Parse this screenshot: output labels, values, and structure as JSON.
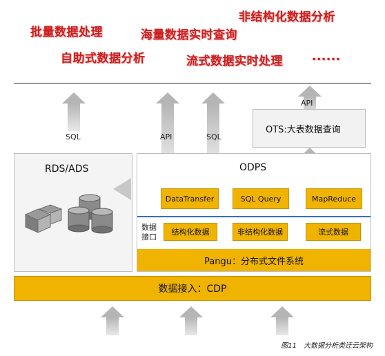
{
  "use_cases": {
    "batch": "批量数据处理",
    "massive_query": "海量数据实时查询",
    "unstructured": "非结构化数据分析",
    "self_service": "自助式数据分析",
    "stream": "流式数据实时处理",
    "more": "......"
  },
  "arrow_labels": {
    "sql_left": "SQL",
    "api_mid": "API",
    "sql_mid": "SQL",
    "api_right": "API"
  },
  "ots": {
    "title": "OTS:大表数据查询"
  },
  "rds": {
    "title": "RDS/ADS"
  },
  "odps": {
    "title": "ODPS",
    "modules": [
      "DataTransfer",
      "SQL Query",
      "MapReduce"
    ],
    "interface_label_line1": "数据",
    "interface_label_line2": "接口",
    "interfaces": [
      "结构化数据",
      "非结构化数据",
      "流式数据"
    ]
  },
  "pangu": {
    "label": "Pangu：分布式文件系统"
  },
  "cdp": {
    "label": "数据接入：CDP"
  },
  "caption": "图11　大数据分析类迁云架构",
  "colors": {
    "accent_yellow": "#f0b400",
    "label_red": "#cc1f1f",
    "arrow_gray": "#b5b5b5"
  }
}
